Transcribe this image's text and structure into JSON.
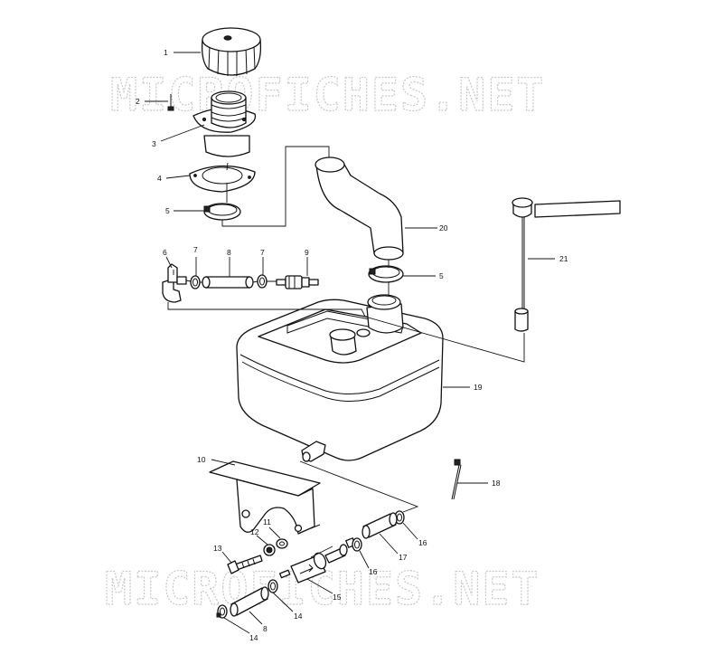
{
  "watermark": {
    "text": "MICROFICHES.NET"
  },
  "callouts": [
    {
      "id": "c1",
      "label": "1"
    },
    {
      "id": "c2",
      "label": "2"
    },
    {
      "id": "c3",
      "label": "3"
    },
    {
      "id": "c4",
      "label": "4"
    },
    {
      "id": "c5a",
      "label": "5"
    },
    {
      "id": "c6",
      "label": "6"
    },
    {
      "id": "c7a",
      "label": "7"
    },
    {
      "id": "c8a",
      "label": "8"
    },
    {
      "id": "c7b",
      "label": "7"
    },
    {
      "id": "c9",
      "label": "9"
    },
    {
      "id": "c20",
      "label": "20"
    },
    {
      "id": "c5b",
      "label": "5"
    },
    {
      "id": "c21",
      "label": "21"
    },
    {
      "id": "c19",
      "label": "19"
    },
    {
      "id": "c10",
      "label": "10"
    },
    {
      "id": "c18",
      "label": "18"
    },
    {
      "id": "c12",
      "label": "12"
    },
    {
      "id": "c11",
      "label": "11"
    },
    {
      "id": "c13",
      "label": "13"
    },
    {
      "id": "c16a",
      "label": "16"
    },
    {
      "id": "c17",
      "label": "17"
    },
    {
      "id": "c16b",
      "label": "16"
    },
    {
      "id": "c15",
      "label": "15"
    },
    {
      "id": "c14a",
      "label": "14"
    },
    {
      "id": "c8b",
      "label": "8"
    },
    {
      "id": "c14b",
      "label": "14"
    }
  ]
}
